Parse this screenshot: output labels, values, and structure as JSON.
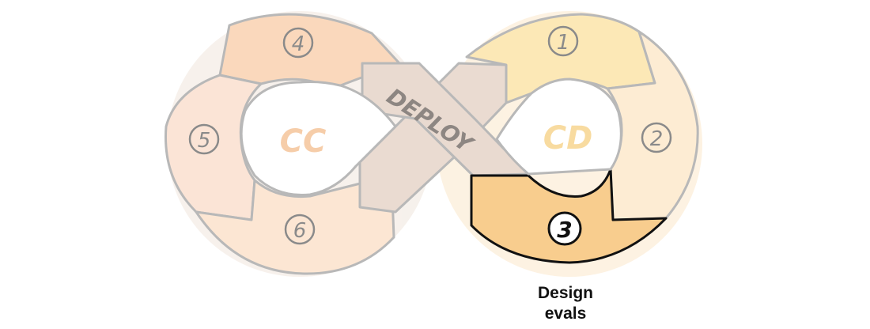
{
  "loops": {
    "left_label": "CC",
    "right_label": "CD"
  },
  "crossbar": {
    "label": "DEPLOY"
  },
  "steps": [
    {
      "number": "1",
      "color": "#fce8b6",
      "active": false
    },
    {
      "number": "2",
      "color": "#fdecd3",
      "active": false
    },
    {
      "number": "3",
      "color": "#f8cd8e",
      "active": true
    },
    {
      "number": "4",
      "color": "#fad8bc",
      "active": false
    },
    {
      "number": "5",
      "color": "#fbe4d6",
      "active": false
    },
    {
      "number": "6",
      "color": "#fce6d3",
      "active": false
    }
  ],
  "active_step": {
    "caption_line1": "Design",
    "caption_line2": "evals"
  },
  "colors": {
    "outline": "#b8b8b8",
    "active_outline": "#111111",
    "crossbar_fill": "#e9dad0",
    "left_label_color": "#f6cda9",
    "right_label_color": "#f8dba0",
    "number_color": "#8a8a8a"
  }
}
